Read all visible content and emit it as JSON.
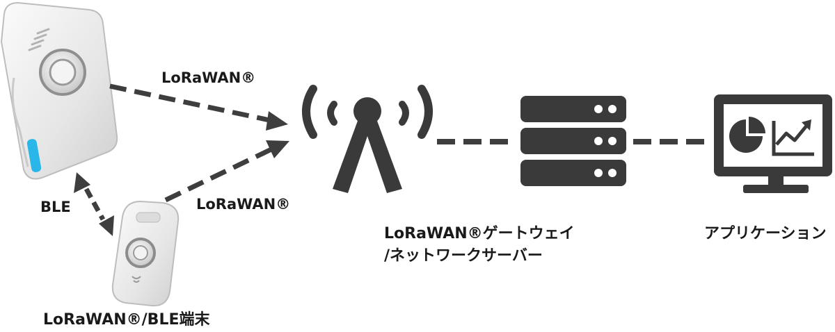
{
  "colors": {
    "icon": "#3a3a3a",
    "arrow": "#3e3e3e",
    "device_body": "#eeeeee",
    "device_accent": "#29b6e8"
  },
  "labels": {
    "lorawan_top": "LoRaWAN®",
    "lorawan_bottom": "LoRaWAN®",
    "ble": "BLE",
    "device_caption": "LoRaWAN®/BLE端末",
    "gateway_line1": "LoRaWAN®ゲートウェイ",
    "gateway_line2": "/ネットワークサーバー",
    "application": "アプリケーション"
  },
  "icons": {
    "tracker": "tracker-device-icon",
    "beacon": "beacon-device-icon",
    "gateway": "antenna-icon",
    "server": "server-stack-icon",
    "application": "monitor-chart-icon"
  }
}
